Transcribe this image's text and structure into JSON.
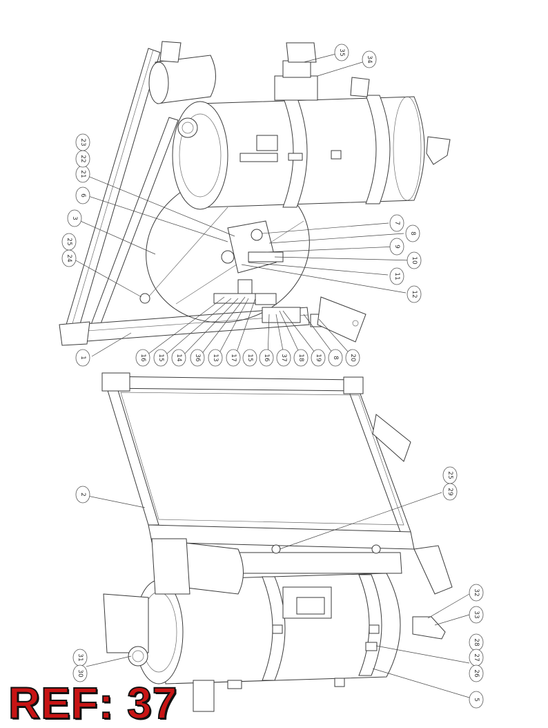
{
  "reference_label": "REF: 37",
  "upper_assembly": {
    "callouts": [
      "1",
      "3",
      "6",
      "21",
      "22",
      "23",
      "24",
      "25",
      "7",
      "8",
      "9",
      "10",
      "11",
      "12",
      "16",
      "15",
      "14",
      "36",
      "13",
      "17",
      "15",
      "16",
      "37",
      "18",
      "19",
      "8",
      "20",
      "34",
      "35"
    ]
  },
  "lower_assembly": {
    "callouts": [
      "2",
      "29",
      "25",
      "32",
      "33",
      "28",
      "27",
      "26",
      "5",
      "31",
      "30"
    ]
  },
  "colors": {
    "label_red": "#c81414",
    "line": "#3a3a3a"
  }
}
